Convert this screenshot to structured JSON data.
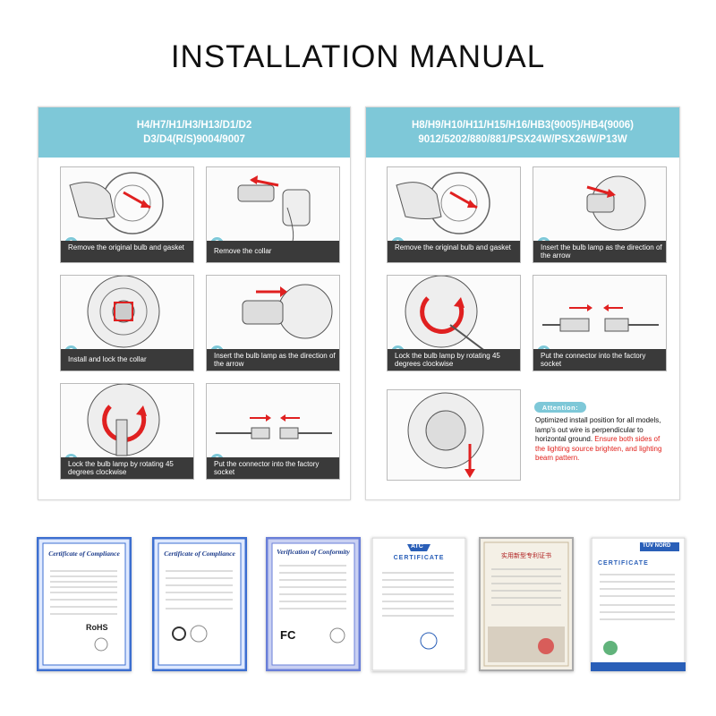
{
  "title": "INSTALLATION MANUAL",
  "left_panel": {
    "header_line1": "H4/H7/H1/H3/H13/D1/D2",
    "header_line2": "D3/D4(R/S)9004/9007",
    "steps": [
      {
        "num": "1",
        "text": "Remove the original bulb and gasket"
      },
      {
        "num": "2",
        "text": "Remove the collar"
      },
      {
        "num": "3",
        "text": "Install and lock the collar"
      },
      {
        "num": "4",
        "text": "Insert the bulb lamp as the direction of the arrow"
      },
      {
        "num": "5",
        "text": "Lock the bulb lamp by rotating 45 degrees clockwise"
      },
      {
        "num": "6",
        "text": "Put the connector into the factory socket"
      }
    ]
  },
  "right_panel": {
    "header_line1": "H8/H9/H10/H11/H15/H16/HB3(9005)/HB4(9006)",
    "header_line2": "9012/5202/880/881/PSX24W/PSX26W/P13W",
    "steps": [
      {
        "num": "1",
        "text": "Remove the original bulb and gasket"
      },
      {
        "num": "2",
        "text": "Insert the bulb lamp as the direction of the arrow"
      },
      {
        "num": "3",
        "text": "Lock the bulb lamp by rotating 45 degrees clockwise"
      },
      {
        "num": "4",
        "text": "Put the connector into the factory socket"
      }
    ],
    "attention": {
      "label": "Attention:",
      "text": "Optimized install position for all models, lamp's out wire is perpendicular to horizontal ground.",
      "warning": "Ensure both sides of the lighting source brighten, and lighting beam pattern."
    }
  },
  "certificates": [
    {
      "title": "Certificate of Compliance",
      "mark": "RoHS",
      "frame_color": "#3d6fd0"
    },
    {
      "title": "Certificate of Compliance",
      "mark": "",
      "frame_color": "#3d6fd0"
    },
    {
      "title": "Verification of Conformity",
      "mark": "FC",
      "frame_color": "#6a7fd8"
    },
    {
      "title": "CERTIFICATE",
      "mark": "ATC",
      "frame_color": "#cccccc"
    },
    {
      "title": "实用新型专利证书",
      "mark": "",
      "frame_color": "#aaaaaa"
    },
    {
      "title": "CERTIFICATE",
      "mark": "TÜV NORD",
      "frame_color": "#cccccc"
    }
  ],
  "colors": {
    "accent": "#7ec8d8",
    "caption_bg": "#3a3a3a",
    "warning": "#e0201b",
    "arrow": "#e02020"
  }
}
